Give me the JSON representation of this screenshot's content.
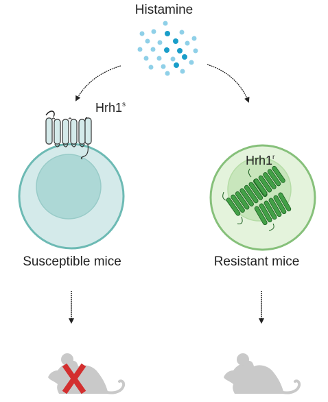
{
  "title": "Histamine",
  "left": {
    "caption": "Susceptible mice",
    "receptor": "Hrh1",
    "receptor_sup": "s"
  },
  "right": {
    "caption": "Resistant mice",
    "receptor": "Hrh1",
    "receptor_sup": "r"
  },
  "colors": {
    "dot_light": "#8fd0e8",
    "dot_dark": "#1a9ec9",
    "cell_left_fill": "#d4eaea",
    "cell_left_border": "#6dbab4",
    "nucleus_left": "#add8d6",
    "cell_right_fill": "#e4f3dc",
    "cell_right_border": "#86c07a",
    "nucleus_right": "#c8e6bc",
    "receptor_green": "#43a047",
    "mouse": "#c9c9c9",
    "cross": "#d32f2f"
  },
  "icons": [
    "histamine-molecules",
    "gpcr-receptor-icon",
    "misfolded-receptor-icon",
    "mouse-icon",
    "cross-icon",
    "arrow-icon"
  ]
}
